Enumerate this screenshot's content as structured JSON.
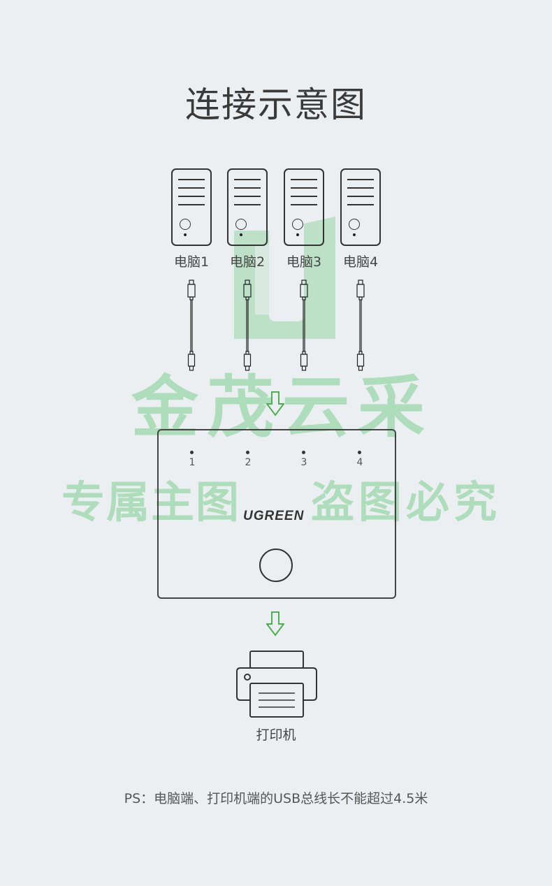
{
  "title": "连接示意图",
  "computers": [
    {
      "label": "电脑1"
    },
    {
      "label": "电脑2"
    },
    {
      "label": "电脑3"
    },
    {
      "label": "电脑4"
    }
  ],
  "switch": {
    "brand": "UGREEN",
    "ports": [
      "1",
      "2",
      "3",
      "4"
    ]
  },
  "printer": {
    "label": "打印机"
  },
  "note": "PS：电脑端、打印机端的USB总线长不能超过4.5米",
  "watermark": {
    "line1": "金茂云采",
    "line2": "专属主图",
    "line3": "盗图必究"
  },
  "colors": {
    "arrow": "#4cb050",
    "watermark": "#64c878"
  }
}
